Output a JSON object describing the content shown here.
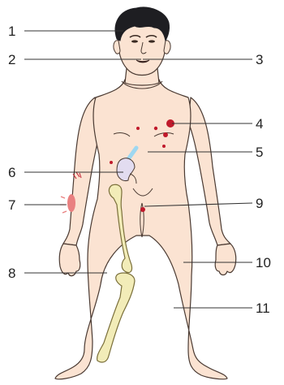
{
  "callouts": [
    {
      "label": "1"
    },
    {
      "label": "2"
    },
    {
      "label": "3"
    },
    {
      "label": "4"
    },
    {
      "label": "5"
    },
    {
      "label": "6"
    },
    {
      "label": "7"
    },
    {
      "label": "8"
    },
    {
      "label": "9"
    },
    {
      "label": "10"
    },
    {
      "label": "11"
    }
  ],
  "colors": {
    "skin": "#fbe3d2",
    "skin_outline": "#4a3a32",
    "hair": "#1e1e22",
    "bone": "#f2ecb8",
    "bone_outline": "#7a6f3a",
    "spot": "#c0192b",
    "kidney": "#e2dcf0",
    "ureter": "#9ed7f0",
    "rash": "#e98080",
    "line": "#333333"
  },
  "icons": [
    "human-body-figure",
    "femur-bone",
    "leg-bones",
    "kidney",
    "skin-spot"
  ]
}
